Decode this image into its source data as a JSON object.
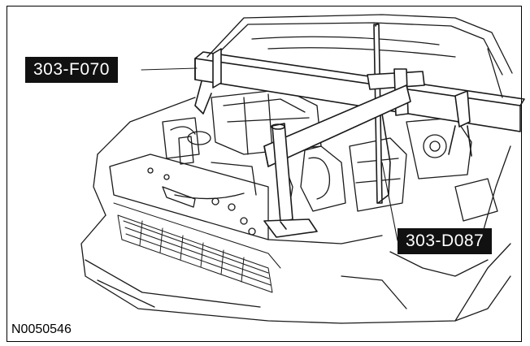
{
  "callouts": {
    "upper": "303-F070",
    "lower": "303-D087"
  },
  "figure_id": "N0050546",
  "colors": {
    "line": "#1a1a1a",
    "callout_bg": "#111111",
    "callout_text": "#ffffff",
    "background": "#ffffff"
  }
}
